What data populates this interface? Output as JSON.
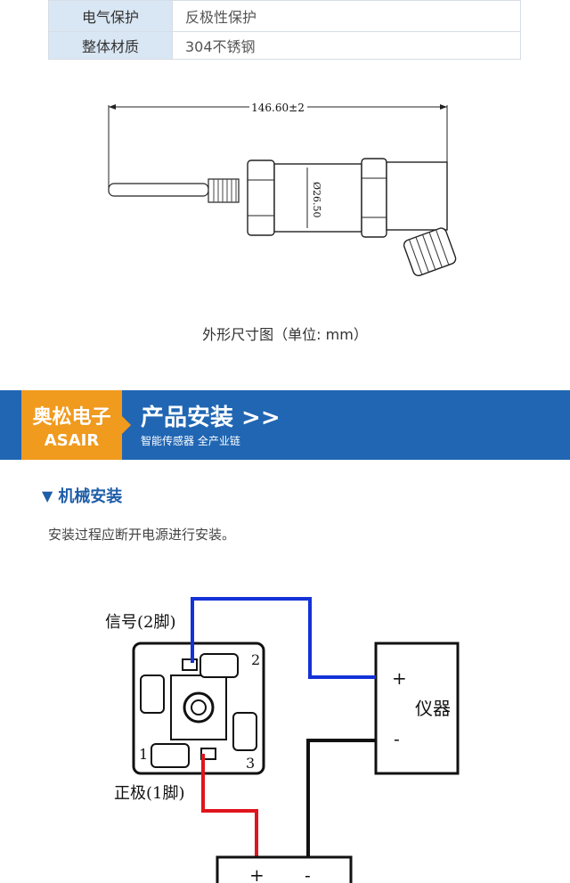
{
  "spec_table": {
    "rows": [
      {
        "key": "电气保护",
        "value": "反极性保护"
      },
      {
        "key": "整体材质",
        "value": "304不锈钢"
      }
    ]
  },
  "drawing": {
    "length_dim": "146.60±2",
    "diameter_dim": "Ø26.50",
    "caption": "外形尺寸图（单位: mm）"
  },
  "banner": {
    "brand_cn": "奥松电子",
    "brand_en": "ASAIR",
    "title": "产品安装 >>",
    "subtitle": "智能传感器 全产业链"
  },
  "section": {
    "title": "机械安装",
    "note": "安装过程应断开电源进行安装。"
  },
  "wiring": {
    "signal_label": "信号(2脚)",
    "positive_label": "正极(1脚)",
    "instrument_label": "仪器",
    "instrument_plus": "+",
    "instrument_minus": "-",
    "supply_plus": "+",
    "supply_minus": "-",
    "pin1": "1",
    "pin2": "2",
    "pin3": "3",
    "wire_colors": {
      "signal": "#1432d8",
      "positive": "#e0141e",
      "ground": "#111111"
    }
  }
}
